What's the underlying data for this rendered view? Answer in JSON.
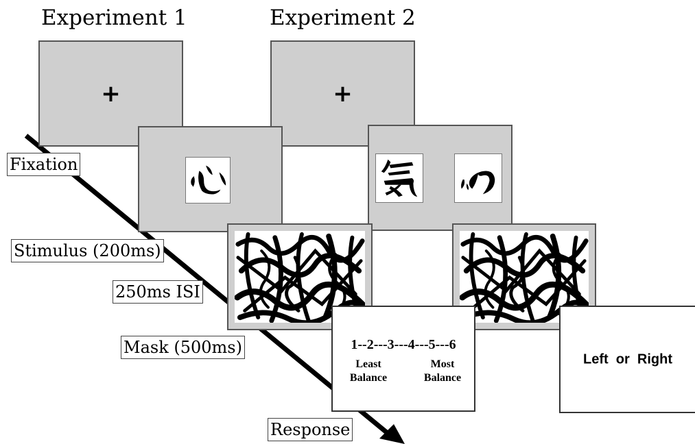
{
  "headings": {
    "experiment1": "Experiment 1",
    "experiment2": "Experiment 2"
  },
  "fixation_symbol": "+",
  "timeline_labels": {
    "fixation": "Fixation",
    "stimulus": "Stimulus (200ms)",
    "isi": "250ms ISI",
    "mask": "Mask (500ms)",
    "response": "Response"
  },
  "response_exp1": {
    "scale": "1--2---3---4---5---6",
    "least": [
      "Least",
      "Balance"
    ],
    "most": [
      "Most",
      "Balance"
    ]
  },
  "response_exp2": {
    "prompt": "Left  or  Right"
  },
  "colors": {
    "panel_gray": "#cfcfcf",
    "ink": "#000000"
  }
}
